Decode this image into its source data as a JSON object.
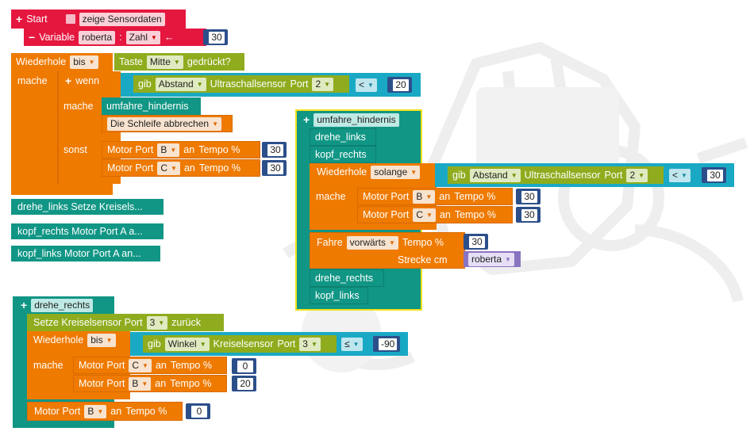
{
  "start": {
    "label": "Start",
    "checkbox_label": "zeige Sensordaten"
  },
  "variable": {
    "label": "Variable",
    "name": "roberta",
    "sep": ":",
    "type": "Zahl",
    "assign": "←",
    "value": "30"
  },
  "loop1": {
    "keyword": "Wiederhole",
    "mode": "bis",
    "cond_label": "Taste",
    "cond_button": "Mitte",
    "cond_suffix": "gedrückt?",
    "do": "mache",
    "if": "wenn",
    "if_get": "gib",
    "if_sensor_mode": "Abstand",
    "if_sensor": "Ultraschallsensor",
    "if_port_label": "Port",
    "if_port": "2",
    "if_op": "<",
    "if_value": "20",
    "then": "mache",
    "then_call": "umfahre_hindernis",
    "then_break": "Die Schleife abbrechen",
    "else": "sonst",
    "motor1": {
      "label": "Motor Port",
      "port": "B",
      "an": "an",
      "speed": "Tempo %",
      "value": "30"
    },
    "motor2": {
      "label": "Motor Port",
      "port": "C",
      "an": "an",
      "speed": "Tempo %",
      "value": "30"
    }
  },
  "collapsed": [
    {
      "label": "drehe_links  Setze Kreisels..."
    },
    {
      "label": "kopf_rechts  Motor Port A a..."
    },
    {
      "label": "kopf_links  Motor Port A an..."
    }
  ],
  "func1": {
    "name": "umfahre_hindernis",
    "call1": "drehe_links",
    "call2": "kopf_rechts",
    "loop": "Wiederhole",
    "loop_mode": "solange",
    "get": "gib",
    "sensor_mode": "Abstand",
    "sensor": "Ultraschallsensor",
    "port_label": "Port",
    "port": "2",
    "op": "<",
    "value": "30",
    "do": "mache",
    "motor1": {
      "label": "Motor Port",
      "port": "B",
      "an": "an",
      "speed": "Tempo %",
      "value": "30"
    },
    "motor2": {
      "label": "Motor Port",
      "port": "C",
      "an": "an",
      "speed": "Tempo %",
      "value": "30"
    },
    "drive": "Fahre",
    "direction": "vorwärts",
    "drive_speed": "Tempo %",
    "drive_value": "30",
    "distance": "Strecke cm",
    "distance_var": "roberta",
    "call3": "drehe_rechts",
    "call4": "kopf_links"
  },
  "func2": {
    "name": "drehe_rechts",
    "reset": "Setze  Kreiselsensor  Port",
    "reset_port": "3",
    "reset_suffix": "zurück",
    "loop": "Wiederhole",
    "loop_mode": "bis",
    "get": "gib",
    "sensor_mode": "Winkel",
    "sensor": "Kreiselsensor",
    "port_label": "Port",
    "port": "3",
    "op": "≤",
    "value": "-90",
    "do": "mache",
    "motor1": {
      "label": "Motor Port",
      "port": "C",
      "an": "an",
      "speed": "Tempo %",
      "value": "0"
    },
    "motor2": {
      "label": "Motor Port",
      "port": "B",
      "an": "an",
      "speed": "Tempo %",
      "value": "20"
    },
    "motor3": {
      "label": "Motor Port",
      "port": "B",
      "an": "an",
      "speed": "Tempo %",
      "value": "0"
    }
  },
  "colors": {
    "start": "#e5173f",
    "control": "#ef7a00",
    "sensor": "#8fac1e",
    "logic": "#1aa9c4",
    "function": "#119685",
    "number": "#2c4f8a",
    "variable": "#8a73c0"
  }
}
